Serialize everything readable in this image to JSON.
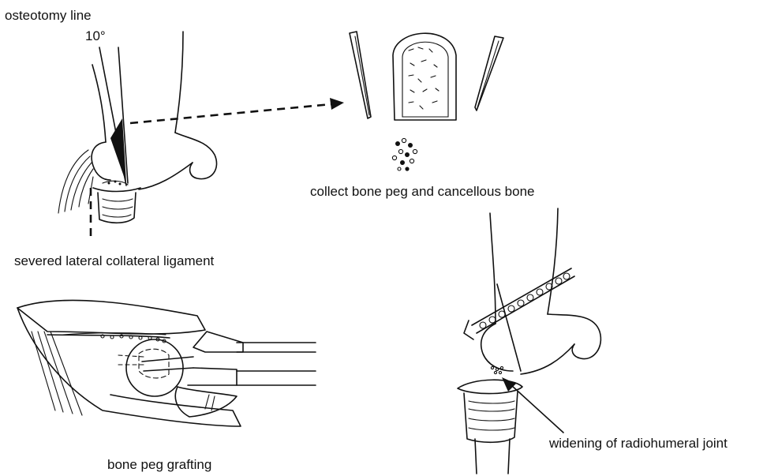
{
  "labels": {
    "osteotomy_line": "osteotomy line",
    "angle": "10°",
    "collect": "collect bone peg and cancellous bone",
    "severed_ligament": "severed lateral collateral ligament",
    "bone_peg_grafting": "bone peg grafting",
    "widening": "widening of radiohumeral joint"
  }
}
